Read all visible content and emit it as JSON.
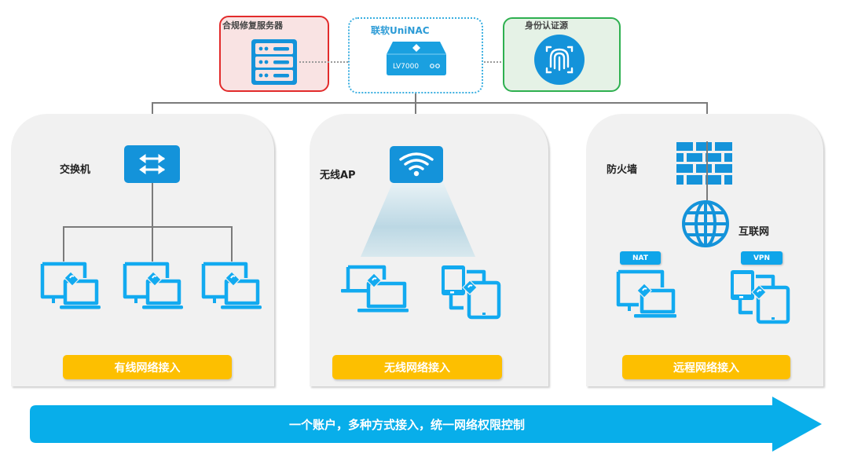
{
  "top": {
    "compliance_server": {
      "label": "合规修复服务器"
    },
    "nac": {
      "label": "联软UniNAC",
      "device_model": "LV7000"
    },
    "identity_source": {
      "label": "身份认证源"
    }
  },
  "panels": [
    {
      "device_label": "交换机",
      "device_icon": "switch-icon",
      "endpoints": [
        "pc-laptop-icon",
        "pc-laptop-icon",
        "pc-laptop-icon"
      ],
      "access_button": "有线网络接入"
    },
    {
      "device_label": "无线AP",
      "device_icon": "wifi-ap-icon",
      "endpoints": [
        "pc-laptop-icon",
        "phone-tablet-icon"
      ],
      "access_button": "无线网络接入"
    },
    {
      "device_label": "防火墙",
      "device_icon": "firewall-icon",
      "internet_label": "互联网",
      "tags": [
        "NAT",
        "VPN"
      ],
      "endpoints": [
        "pc-laptop-icon",
        "phone-tablet-icon"
      ],
      "access_button": "远程网络接入"
    }
  ],
  "banner": {
    "text": "一个账户，多种方式接入，统一网络权限控制"
  },
  "colors": {
    "primary_blue": "#1493da",
    "device_blue": "#0fa5ea",
    "banner_blue": "#08aeea",
    "access_yellow": "#fdbf00",
    "compliance_red": "#e22b2b",
    "identity_green": "#2eb050"
  }
}
